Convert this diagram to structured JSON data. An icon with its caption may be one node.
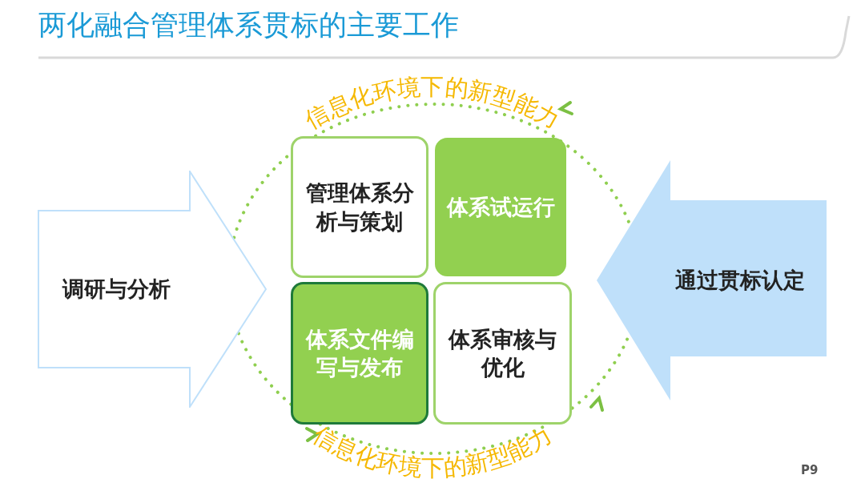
{
  "diagram": {
    "title": "两化融合管理体系贯标的主要工作",
    "nodes": [
      {
        "text": [
          "调研与分析"
        ]
      },
      {
        "text": [
          "管理体系分析与策划"
        ]
      },
      {
        "text": [
          "体系试运行"
        ]
      },
      {
        "text": [
          "体系文件编写与发布"
        ]
      },
      {
        "text": [
          "体系审核与优化"
        ]
      },
      {
        "text": [
          "通过贯标认定"
        ]
      }
    ],
    "labels": [
      "信息化环境下的新型能力",
      "信息化环境下的新型能力",
      "P9"
    ]
  }
}
